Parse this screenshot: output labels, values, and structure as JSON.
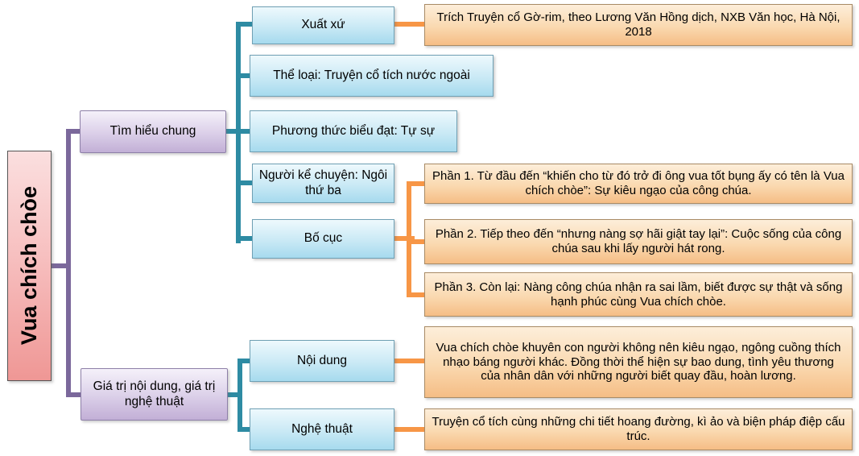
{
  "root": {
    "label": "Vua chích chòe"
  },
  "branch1": {
    "label": "Tìm hiểu chung",
    "xuat_xu": "Xuất xứ",
    "xuat_xu_detail": "Trích Truyện cổ Gờ-rim, theo Lương Văn Hồng dịch, NXB Văn học, Hà Nội, 2018",
    "the_loai": "Thể loại: Truyện cổ tích nước ngoài",
    "phuong_thuc": "Phương thức biểu đạt: Tự sự",
    "nguoi_ke": "Người kể chuyện: Ngôi thứ ba",
    "bo_cuc": "Bố cục",
    "phan1": "Phần 1. Từ đầu đến “khiến cho từ đó trở đi ông vua tốt bụng ấy có tên là Vua chích chòe”: Sự kiêu ngạo của công chúa.",
    "phan2": "Phần 2. Tiếp theo đến “nhưng nàng sợ hãi giật tay lại”: Cuộc sống của công chúa sau khi lấy người hát rong.",
    "phan3": "Phần 3. Còn lại: Nàng công chúa nhận ra sai lầm, biết được sự thật và sống hạnh phúc cùng Vua chích chòe."
  },
  "branch2": {
    "label": "Giá trị nội dung, giá trị nghệ thuật",
    "noi_dung": "Nội dung",
    "noi_dung_detail": "Vua chích chòe khuyên con người không nên kiêu ngạo, ngông cuồng thích nhạo báng người khác. Đồng thời thể hiện sự bao dung, tình yêu thương của nhân dân với những người biết quay đầu, hoàn lương.",
    "nghe_thuat": "Nghệ thuật",
    "nghe_thuat_detail": "Truyện cổ tích cùng những chi tiết hoang đường, kì ảo và biện pháp điệp cấu trúc."
  },
  "colors": {
    "teal_connector": "#2E8BA3",
    "purple_connector": "#7B689B",
    "orange_connector": "#F79646",
    "root_fill_top": "#FBDFDF",
    "root_fill_bottom": "#EF9795",
    "branch_fill_top": "#F5F1FA",
    "branch_fill_bottom": "#C2AFD6",
    "leaf_fill_top": "#EEF9FD",
    "leaf_fill_bottom": "#A6DAEE",
    "detail_fill_top": "#FDEEDA",
    "detail_fill_bottom": "#F5BD85"
  }
}
